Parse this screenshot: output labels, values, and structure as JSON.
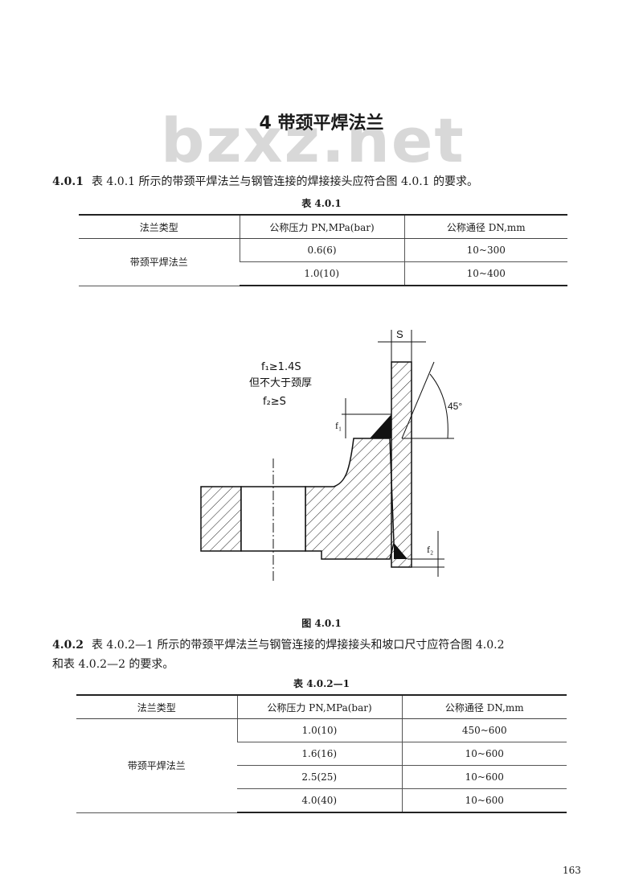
{
  "watermark": "bzxz.net",
  "section_title": "4   带颈平焊法兰",
  "para1": {
    "num": "4.0.1",
    "text": "表 4.0.1 所示的带颈平焊法兰与钢管连接的焊接接头应符合图 4.0.1 的要求。"
  },
  "table1": {
    "caption": "表 4.0.1",
    "headers": [
      "法兰类型",
      "公称压力 PN,MPa(bar)",
      "公称通径 DN,mm"
    ],
    "group": "带颈平焊法兰",
    "rows": [
      {
        "pn": "0.6(6)",
        "dn": "10~300"
      },
      {
        "pn": "1.0(10)",
        "dn": "10~400"
      }
    ]
  },
  "figure": {
    "note_line1": "f₁≥1.4S",
    "note_line2": "但不大于颈厚",
    "note_line3": "f₂≥S",
    "label_s": "S",
    "label_angle": "45°",
    "label_f1": "f₁",
    "label_f2": "f₂",
    "caption": "图 4.0.1"
  },
  "para2": {
    "num": "4.0.2",
    "line1": "表 4.0.2—1 所示的带颈平焊法兰与钢管连接的焊接接头和坡口尺寸应符合图 4.0.2",
    "line2": "和表 4.0.2—2 的要求。"
  },
  "table2": {
    "caption": "表 4.0.2—1",
    "headers": [
      "法兰类型",
      "公称压力 PN,MPa(bar)",
      "公称通径 DN,mm"
    ],
    "group": "带颈平焊法兰",
    "rows": [
      {
        "pn": "1.0(10)",
        "dn": "450~600"
      },
      {
        "pn": "1.6(16)",
        "dn": "10~600"
      },
      {
        "pn": "2.5(25)",
        "dn": "10~600"
      },
      {
        "pn": "4.0(40)",
        "dn": "10~600"
      }
    ]
  },
  "page_number": "163"
}
